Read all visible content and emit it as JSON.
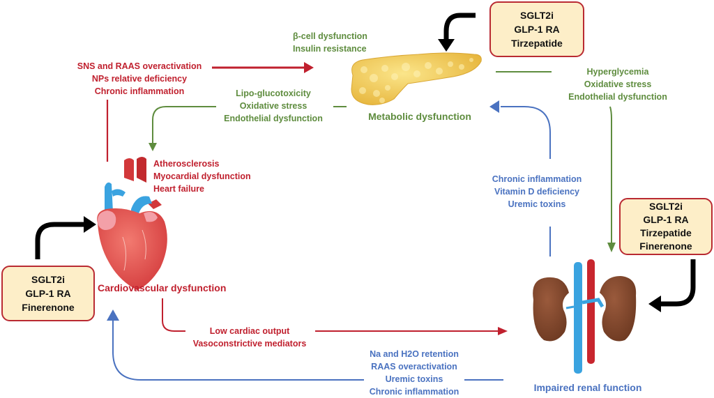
{
  "colors": {
    "cardio": "#c0202e",
    "metabolic": "#5e8c3e",
    "renal": "#4a72c0",
    "drug_box_fill": "#fdeec8",
    "drug_box_border": "#b92a32",
    "therapy_arrow": "#000000"
  },
  "organs": {
    "metabolic": {
      "title": "Metabolic dysfunction",
      "icon": "pancreas-icon"
    },
    "cardio": {
      "title": "Cardiovascular dysfunction",
      "icon": "heart-icon"
    },
    "renal": {
      "title": "Impaired renal function",
      "icon": "kidneys-icon"
    }
  },
  "pathways": {
    "cardio_to_metabolic": [
      "SNS and RAAS overactivation",
      "NPs relative deficiency",
      "Chronic inflammation"
    ],
    "metabolic_to_cardio": [
      "Lipo-glucotoxicity",
      "Oxidative stress",
      "Endothelial dysfunction"
    ],
    "metabolic_effects": [
      "β-cell dysfunction",
      "Insulin resistance"
    ],
    "cardio_effects": [
      "Atherosclerosis",
      "Myocardial dysfunction",
      "Heart failure"
    ],
    "metabolic_to_renal": [
      "Hyperglycemia",
      "Oxidative stress",
      "Endothelial dysfunction"
    ],
    "renal_to_metabolic": [
      "Chronic inflammation",
      "Vitamin D deficiency",
      "Uremic toxins"
    ],
    "cardio_to_renal": [
      "Low cardiac output",
      "Vasoconstrictive mediators"
    ],
    "renal_to_cardio": [
      "Na and H2O retention",
      "RAAS overactivation",
      "Uremic toxins",
      "Chronic inflammation"
    ]
  },
  "therapies": {
    "metabolic": [
      "SGLT2i",
      "GLP-1 RA",
      "Tirzepatide"
    ],
    "renal": [
      "SGLT2i",
      "GLP-1 RA",
      "Tirzepatide",
      "Finerenone"
    ],
    "cardio": [
      "SGLT2i",
      "GLP-1 RA",
      "Finerenone"
    ]
  }
}
